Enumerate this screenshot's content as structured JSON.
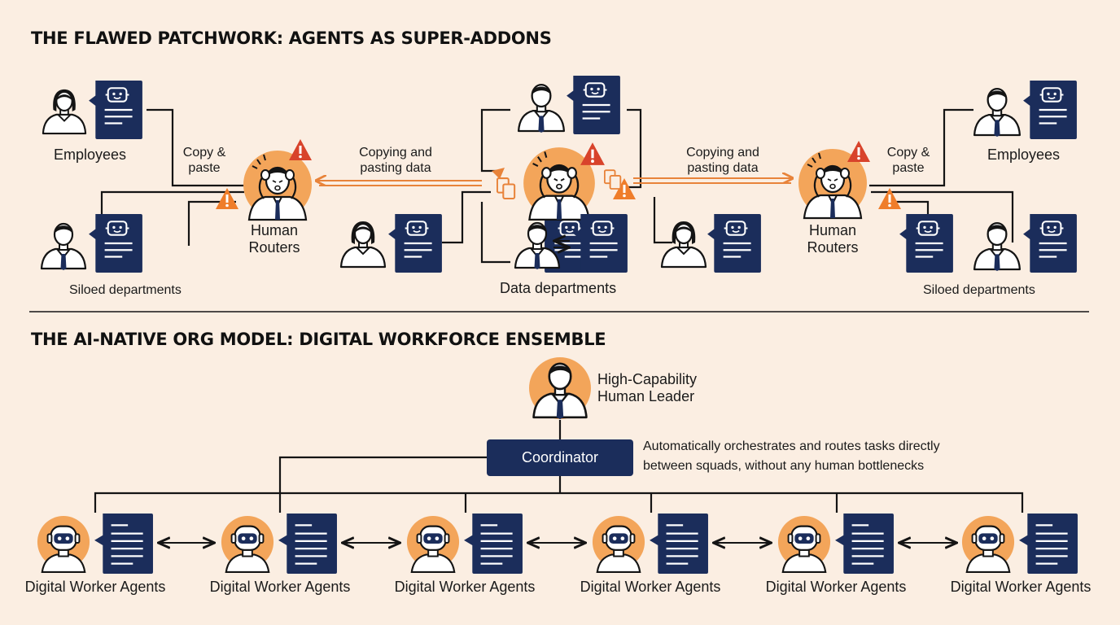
{
  "top_section": {
    "title": "THE FLAWED PATCHWORK: AGENTS AS SUPER-ADDONS",
    "left_employees": "Employees",
    "right_employees": "Employees",
    "copy_paste_left": [
      "Copy &",
      "paste"
    ],
    "copy_paste_right": [
      "Copy &",
      "paste"
    ],
    "copying_left": [
      "Copying and",
      "pasting data"
    ],
    "copying_right": [
      "Copying and",
      "pasting data"
    ],
    "human_routers_left": [
      "Human",
      "Routers"
    ],
    "human_routers_right": [
      "Human",
      "Routers"
    ],
    "siloed_left": "Siloed departments",
    "siloed_right": "Siloed departments",
    "data_departments": "Data departments"
  },
  "bottom_section": {
    "title": "THE AI-NATIVE ORG MODEL: DIGITAL WORKFORCE ENSEMBLE",
    "leader": [
      "High-Capability",
      "Human Leader"
    ],
    "coordinator": "Coordinator",
    "coordinator_note": [
      "Automatically orchestrates and routes tasks directly",
      "between squads, without any human bottlenecks"
    ],
    "agents": [
      "Digital Worker Agents",
      "Digital Worker Agents",
      "Digital Worker Agents",
      "Digital Worker Agents",
      "Digital Worker Agents",
      "Digital Worker Agents"
    ]
  },
  "colors": {
    "background": "#fbeee2",
    "navy": "#1b2d5b",
    "orange": "#f3a55a",
    "warning_red": "#d8432b",
    "warning_orange": "#ef7d2a",
    "arrow_orange": "#e8833a"
  },
  "icons": [
    "person-icon",
    "robot-chat-icon",
    "stressed-router-icon",
    "warning-icon",
    "copy-icon",
    "robot-agent-icon",
    "document-icon",
    "leader-icon"
  ]
}
